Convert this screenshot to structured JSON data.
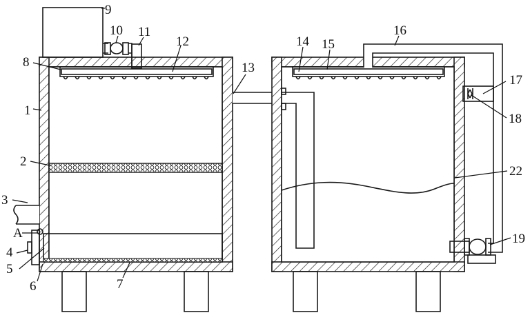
{
  "labels": {
    "1": "1",
    "2": "2",
    "3": "3",
    "4": "4",
    "5": "5",
    "6": "6",
    "7": "7",
    "8": "8",
    "9": "9",
    "10": "10",
    "11": "11",
    "12": "12",
    "13": "13",
    "14": "14",
    "15": "15",
    "16": "16",
    "17": "17",
    "18": "18",
    "19": "19",
    "22": "22",
    "A": "A"
  }
}
